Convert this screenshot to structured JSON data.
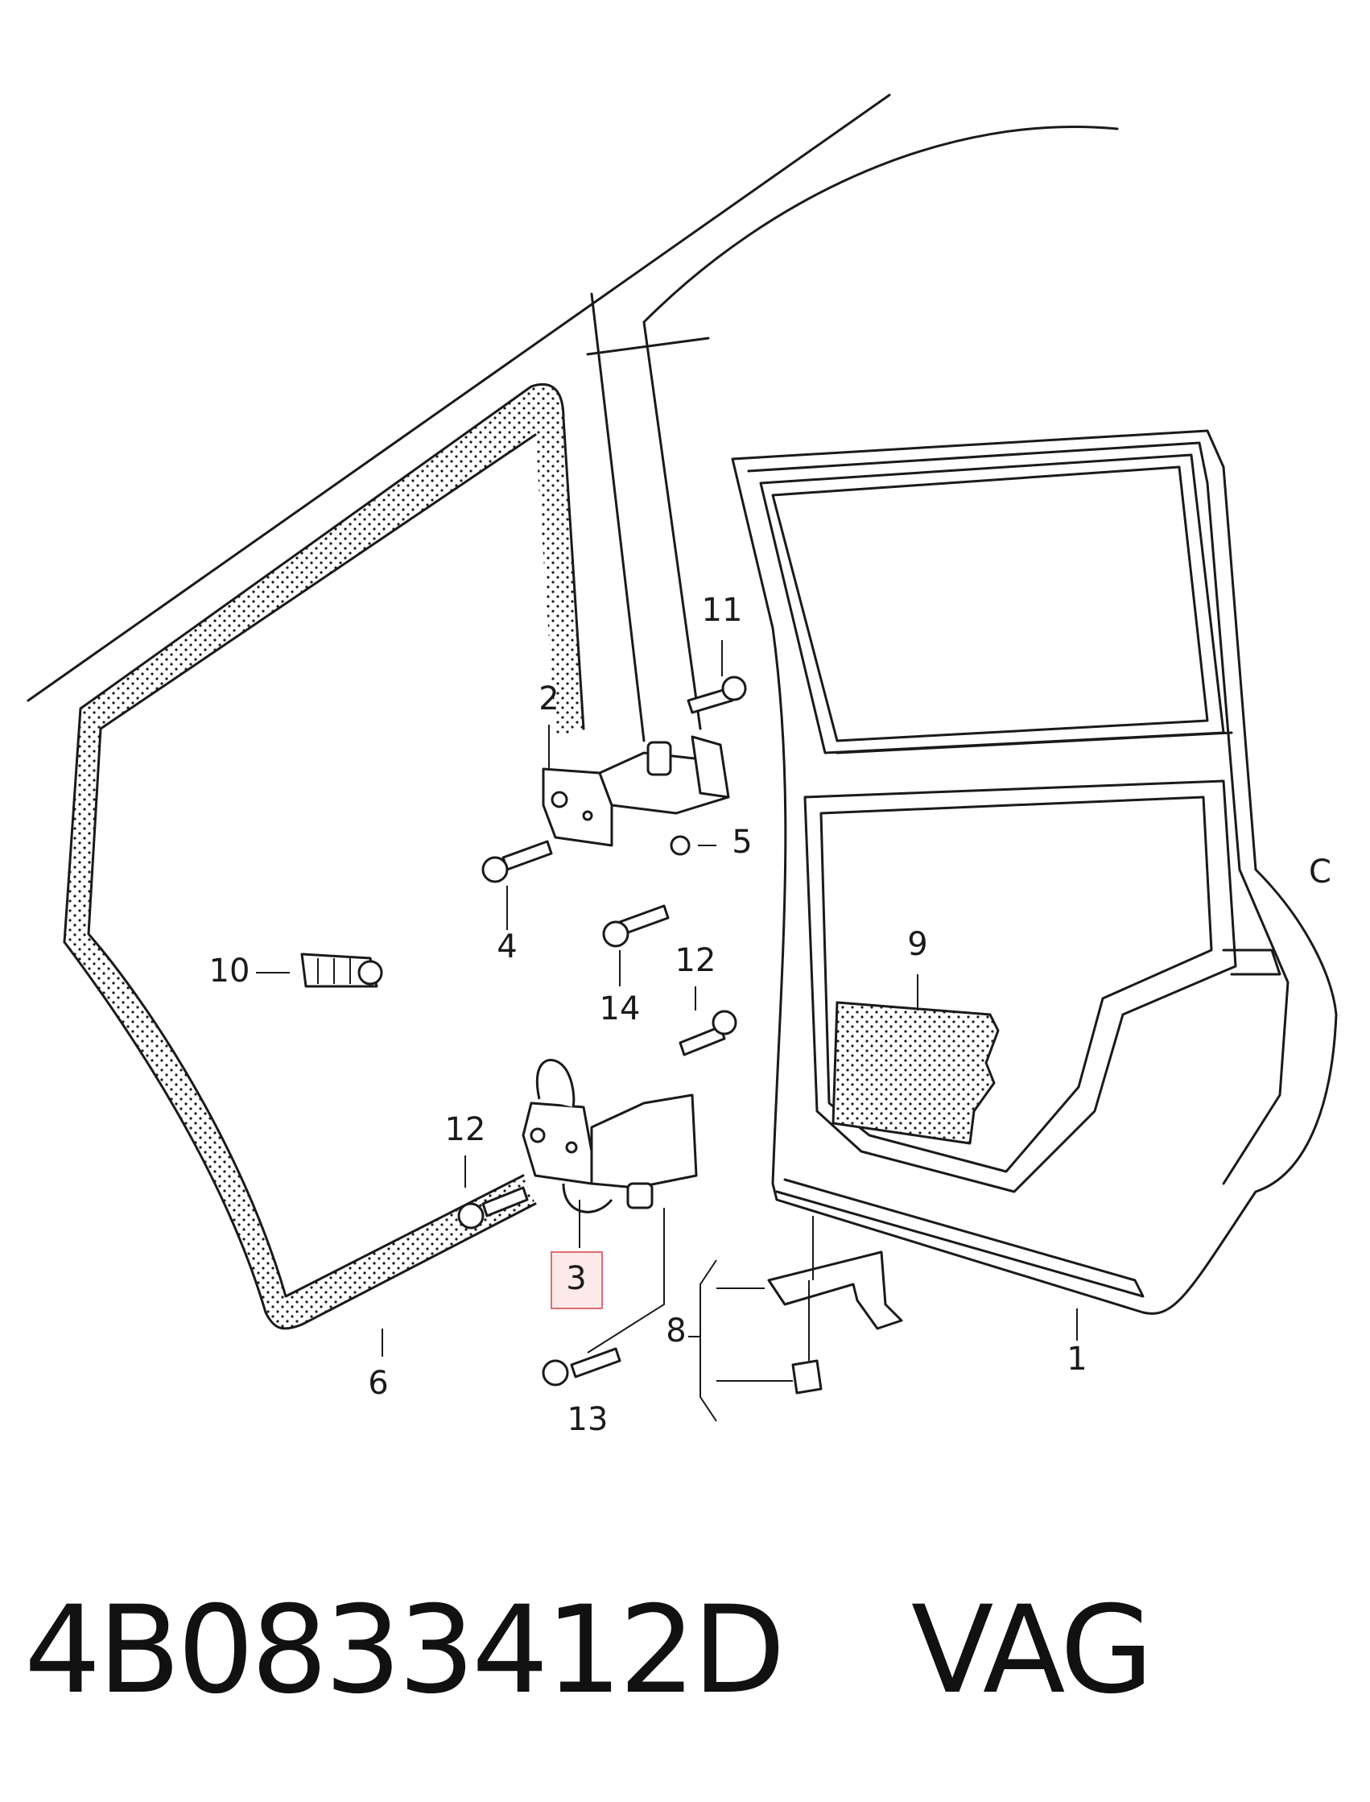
{
  "labels": {
    "l1": "1",
    "l2": "2",
    "l3": "3",
    "l4": "4",
    "l5": "5",
    "l6": "6",
    "l8": "8",
    "l9": "9",
    "l10": "10",
    "l11": "11",
    "l12a": "12",
    "l12b": "12",
    "l13": "13",
    "l14": "14",
    "c": "C"
  },
  "footer": {
    "part_number": "4B0833412D",
    "brand": "VAG"
  },
  "colors": {
    "highlight_fill": "#fde9ea",
    "highlight_stroke": "#e06b74",
    "line": "#1a1a1a"
  }
}
